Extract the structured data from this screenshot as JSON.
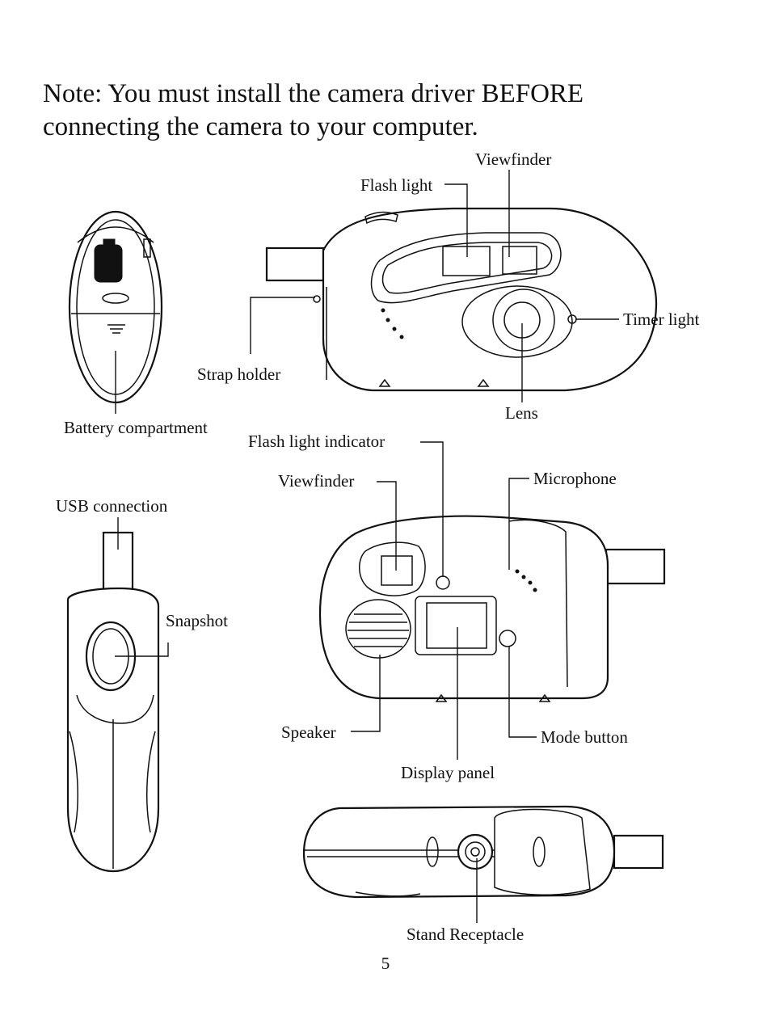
{
  "note": {
    "line1": "Note: You must install the camera driver BEFORE",
    "line2": "connecting the camera to your computer."
  },
  "labels": {
    "flash_light": "Flash light",
    "viewfinder_front": "Viewfinder",
    "timer_light": "Timer light",
    "strap_holder": "Strap holder",
    "lens": "Lens",
    "battery_compartment": "Battery compartment",
    "flash_light_indicator": "Flash light indicator",
    "viewfinder_back": "Viewfinder",
    "microphone": "Microphone",
    "usb_connection": "USB connection",
    "snapshot": "Snapshot",
    "speaker": "Speaker",
    "mode_button": "Mode button",
    "display_panel": "Display panel",
    "stand_receptacle": "Stand Receptacle"
  },
  "page_number": "5"
}
